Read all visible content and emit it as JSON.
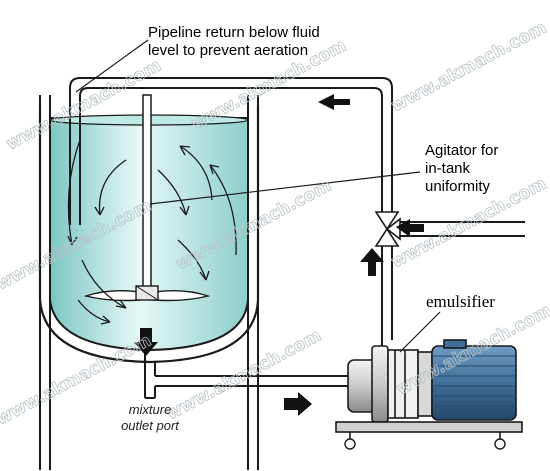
{
  "labels": {
    "pipeline_return_line1": "Pipeline return below fluid",
    "pipeline_return_line2": "level to prevent aeration",
    "agitator_line1": "Agitator for",
    "agitator_line2": "in-tank",
    "agitator_line3": "uniformity",
    "emulsifier": "emulsifier",
    "outlet_line1": "mixture",
    "outlet_line2": "outlet port"
  },
  "watermark": "www.akmach.com",
  "colors": {
    "fluid_light": "#d8f4f1",
    "fluid_dark": "#7cc6c2",
    "motor": "#3f6f9a",
    "motor_dark": "#24476a",
    "line": "#1a1a1a"
  },
  "icons": [
    "flow-arrow-icon",
    "three-way-valve-icon",
    "impeller-icon",
    "motor-icon",
    "caster-wheel-icon"
  ]
}
